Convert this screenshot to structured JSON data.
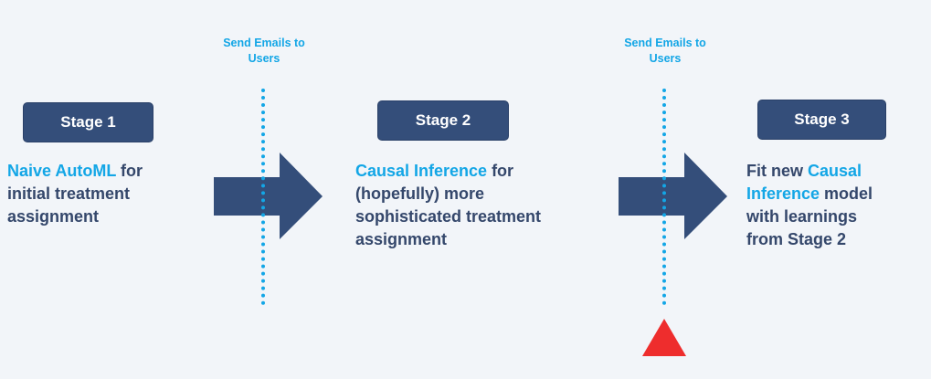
{
  "stages": [
    {
      "label": "Stage 1",
      "desc_highlight": "Naive AutoML",
      "desc_rest_1": " for",
      "desc_rest_2": "initial treatment",
      "desc_rest_3": "assignment"
    },
    {
      "label": "Stage 2",
      "desc_highlight": "Causal Inference",
      "desc_rest_1": " for",
      "desc_rest_2": "(hopefully) more",
      "desc_rest_3": "sophisticated treatment",
      "desc_rest_4": "assignment"
    },
    {
      "label": "Stage 3",
      "desc_pre": "Fit new ",
      "desc_highlight_1": "Causal",
      "desc_highlight_2": "Inference",
      "desc_rest_1": " model",
      "desc_rest_2": "with learnings",
      "desc_rest_3": "from Stage 2"
    }
  ],
  "email_markers": [
    {
      "line1": "Send Emails to",
      "line2": "Users"
    },
    {
      "line1": "Send Emails to",
      "line2": "Users"
    }
  ],
  "colors": {
    "stage_box": "#344e7a",
    "arrow": "#344e7a",
    "highlight": "#13a6e6",
    "body_text": "#34476b",
    "current_marker": "#ee2d2d",
    "background": "#f2f5f9"
  },
  "icons": {
    "flow_arrow": "right-arrow-icon",
    "current_marker": "triangle-up-icon"
  }
}
